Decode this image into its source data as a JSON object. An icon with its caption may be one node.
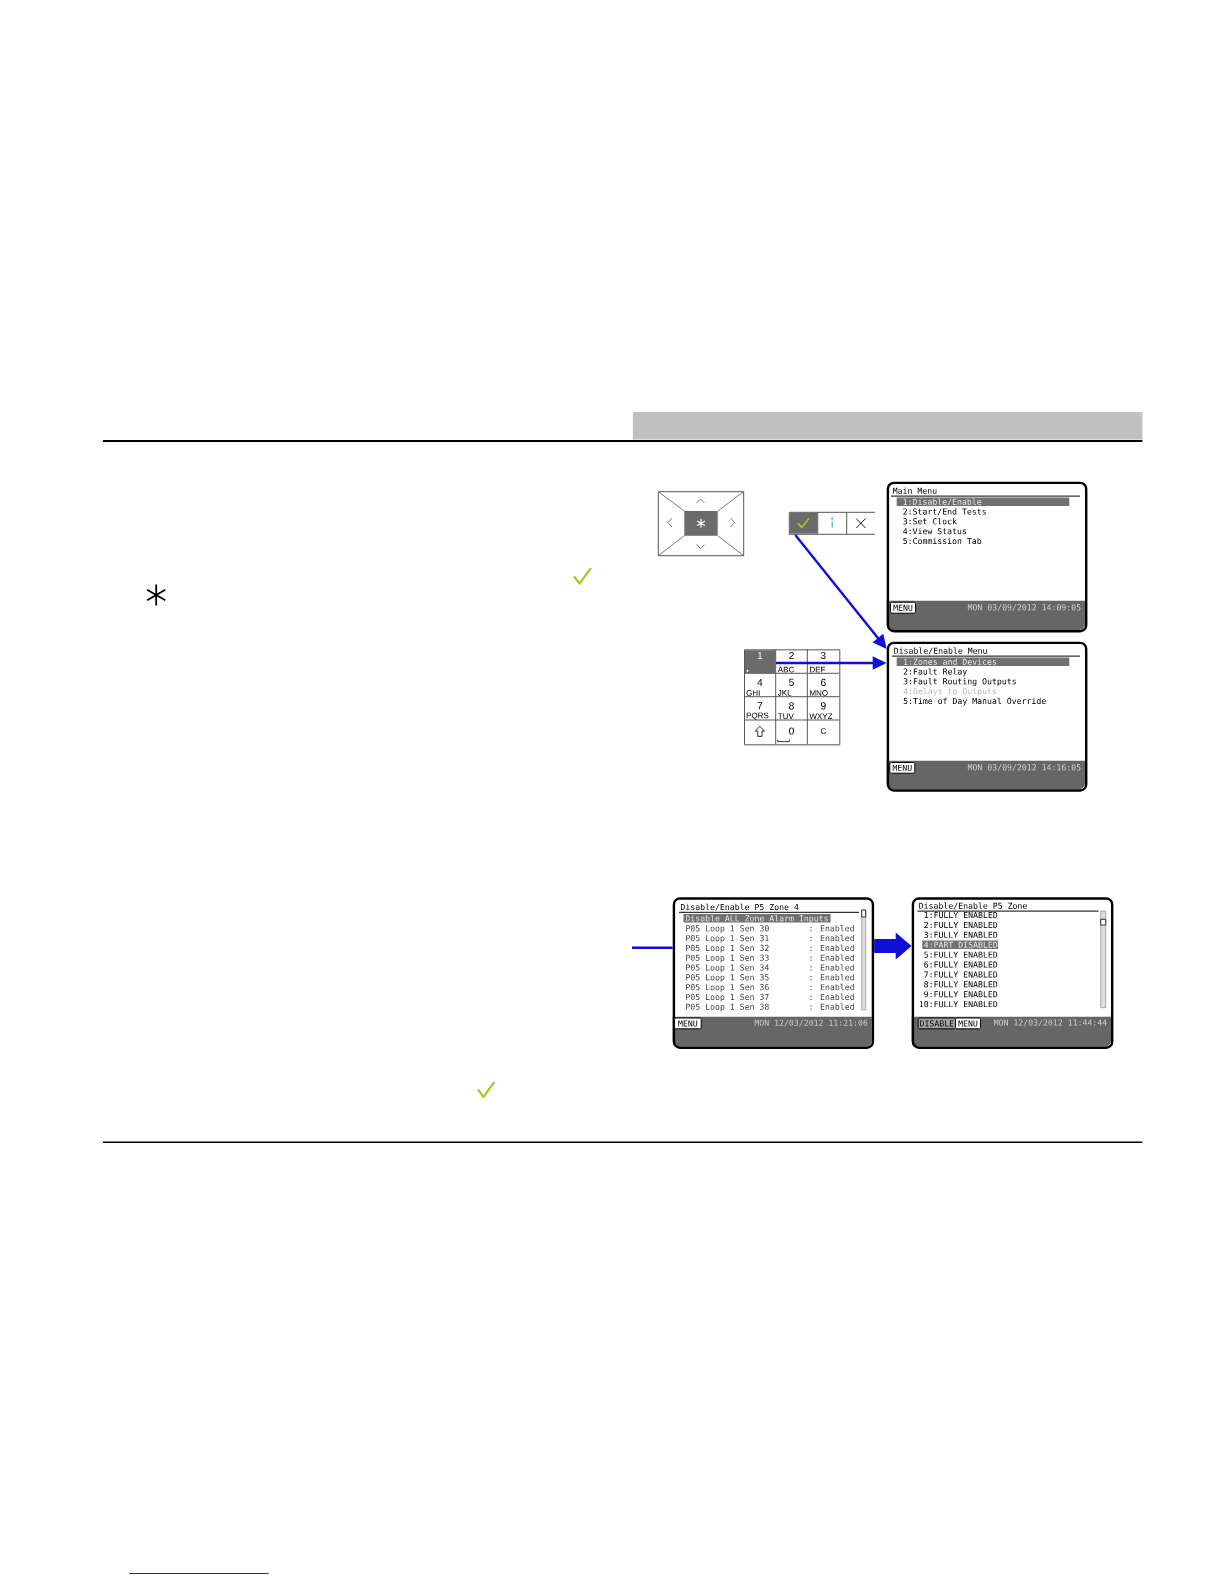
{
  "diagram": {
    "nodes": [
      {
        "text": [],
        "shape": "picture"
      },
      {
        "text": [
          "Main Menu",
          "1:Disable/Enable",
          "2:Start/End Tests",
          "3:Set Clock",
          "4:View Status",
          "5:Commission Tab",
          "MENU",
          "MON 03/09/2012 14:09:05"
        ]
      },
      {
        "text": [
          "2",
          "ABC",
          "3",
          "DEF",
          "4",
          "GHI",
          "5",
          "JKL",
          "6",
          "MNO",
          "7",
          "PQRS",
          "8",
          "TUV",
          "9",
          "WXYZ",
          "0",
          "C"
        ]
      },
      {
        "text": [
          "1"
        ],
        "in": 2
      },
      {
        "text": [
          "Disable/Enable Menu",
          "1:Zones and Devices",
          "2:Fault Relay",
          "3:Fault Routing Outputs",
          "4:Delays to Outputs",
          "5:Time of Day Manual Override",
          "MENU",
          "MON 03/09/2012 14:16:05"
        ]
      },
      {
        "text": [
          "Disable/Enable P5 Zone 4",
          "Disable ALL Zone Alarm Inputs",
          "P05 Loop 1 Sen 30",
          ": Enabled",
          "P05 Loop 1 Sen 31",
          ": Enabled",
          "P05 Loop 1 Sen 32",
          ": Enabled",
          "P05 Loop 1 Sen 33",
          ": Enabled",
          "P05 Loop 1 Sen 34",
          ": Enabled",
          "P05 Loop 1 Sen 35",
          ": Enabled",
          "P05 Loop 1 Sen 36",
          ": Enabled",
          "P05 Loop 1 Sen 37",
          ": Enabled",
          "P05 Loop 1 Sen 38",
          ": Enabled",
          "MENU",
          "MON 12/03/2012 11:21:06"
        ]
      },
      {
        "text": [
          "Disable/Enable P5 Zone",
          "1:FULLY ENABLED",
          "2:FULLY ENABLED",
          "3:FULLY ENABLED",
          "4:PART DISABLED",
          "5:FULLY ENABLED",
          "6:FULLY ENABLED",
          "7:FULLY ENABLED",
          "8:FULLY ENABLED",
          "9:FULLY ENABLED",
          "10:FULLY ENABLED",
          "DISABLE",
          "MENU",
          "MON 12/03/2012 11:44:44"
        ]
      }
    ],
    "edges": [
      {
        "from": 0,
        "to": 4,
        "arrow": "to"
      },
      {
        "from": 3,
        "to": 4,
        "arrow": "to"
      },
      {
        "from": null,
        "to": 5,
        "arrow": "none"
      },
      {
        "from": 5,
        "to": 6,
        "arrow": "to",
        "style": "thick"
      }
    ]
  }
}
